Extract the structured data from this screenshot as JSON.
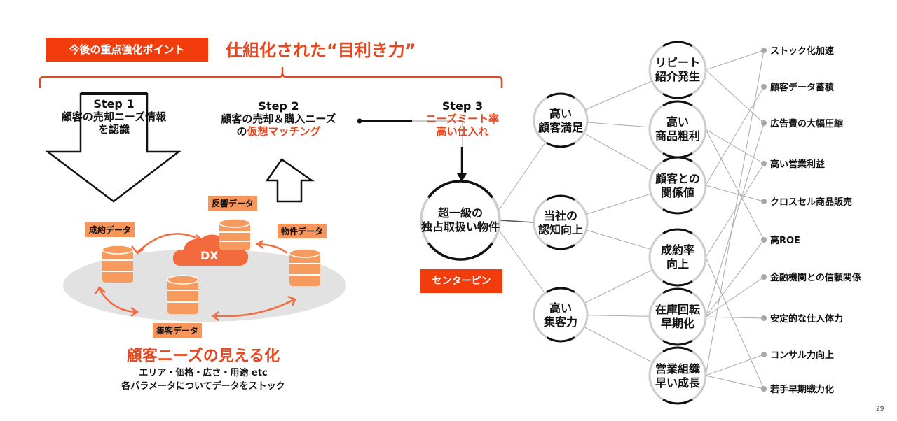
{
  "header": {
    "badge": "今後の重点強化ポイント",
    "title": "仕組化された“目利き力”"
  },
  "steps": [
    {
      "label": "Step 1",
      "line1": "顧客の売却ニーズ情報",
      "line2": "を認識",
      "line2_accent": ""
    },
    {
      "label": "Step 2",
      "line1": "顧客の売却＆購入ニーズ",
      "line2": "の",
      "line2_accent": "仮想マッチング"
    },
    {
      "label": "Step 3",
      "line1": "ニーズミート率",
      "line2": "高い仕入れ"
    }
  ],
  "data_sources": {
    "hub": "DX",
    "items": [
      "反響データ",
      "成約データ",
      "物件データ",
      "集客データ"
    ]
  },
  "visualization": {
    "title": "顧客ニーズの見える化",
    "line1": "エリア・価格・広さ・用途 etc",
    "line2": "各パラメータについてデータをストック"
  },
  "center": {
    "line1": "超一級の",
    "line2": "独占取扱い物件",
    "badge": "センターピン"
  },
  "primary_nodes": [
    {
      "id": "p1",
      "line1": "高い",
      "line2": "顧客満足"
    },
    {
      "id": "p2",
      "line1": "当社の",
      "line2": "認知向上"
    },
    {
      "id": "p3",
      "line1": "高い",
      "line2": "集客力"
    }
  ],
  "secondary_nodes": [
    {
      "id": "s1",
      "line1": "リピート",
      "line2": "紹介発生"
    },
    {
      "id": "s2",
      "line1": "高い",
      "line2": "商品粗利"
    },
    {
      "id": "s3",
      "line1": "顧客との",
      "line2": "関係値"
    },
    {
      "id": "s4",
      "line1": "成約率",
      "line2": "向上"
    },
    {
      "id": "s5",
      "line1": "在庫回転",
      "line2": "早期化"
    },
    {
      "id": "s6",
      "line1": "営業組織",
      "line2": "早い成長"
    }
  ],
  "outcomes": [
    "ストック化加速",
    "顧客データ蓄積",
    "広告費の大幅圧縮",
    "高い営業利益",
    "クロスセル商品販売",
    "高ROE",
    "金融機関との信頼関係",
    "安定的な仕入体力",
    "コンサル力向上",
    "若手早期戦力化"
  ],
  "edges": {
    "center_to_primary": [
      "p1",
      "p2",
      "p3"
    ],
    "primary_to_secondary": [
      [
        "p1",
        "s1"
      ],
      [
        "p1",
        "s2"
      ],
      [
        "p1",
        "s3"
      ],
      [
        "p2",
        "s3"
      ],
      [
        "p2",
        "s4"
      ],
      [
        "p3",
        "s4"
      ],
      [
        "p3",
        "s5"
      ],
      [
        "p3",
        "s6"
      ]
    ],
    "secondary_to_outcome": [
      [
        "s1",
        0
      ],
      [
        "s1",
        2
      ],
      [
        "s2",
        3
      ],
      [
        "s2",
        5
      ],
      [
        "s3",
        1
      ],
      [
        "s3",
        4
      ],
      [
        "s4",
        3
      ],
      [
        "s4",
        9
      ],
      [
        "s5",
        2
      ],
      [
        "s5",
        5
      ],
      [
        "s5",
        6
      ],
      [
        "s5",
        7
      ],
      [
        "s6",
        0
      ],
      [
        "s6",
        8
      ],
      [
        "s6",
        9
      ]
    ]
  },
  "page_number": "29",
  "colors": {
    "accent": "#f23c0c",
    "accent_text": "#e8461e",
    "data_orange": "#f7955a",
    "db_orange": "#f79a5d",
    "cloud": "#f26a3d",
    "ellipse": "#e2e2e2",
    "line_gray": "#aaaaaa",
    "dot_gray": "#a8a8a8"
  }
}
